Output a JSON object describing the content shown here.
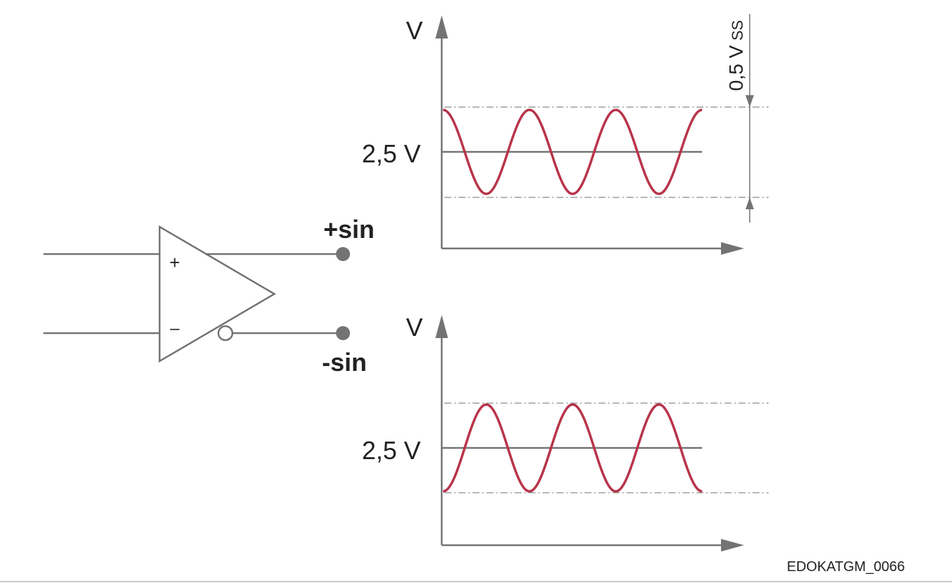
{
  "colors": {
    "line": "#737373",
    "wave": "#b8344a",
    "dashdot": "#8a8a8a",
    "text": "#222222",
    "frame": "#c8c8c8"
  },
  "amplifier": {
    "plus_symbol": "+",
    "minus_symbol": "–"
  },
  "outputs": {
    "positive_label": "+sin",
    "negative_label": "-sin"
  },
  "top_graph": {
    "y_axis_label": "V",
    "offset_label": "2,5 V",
    "amplitude_label_main": "0,5 V",
    "amplitude_label_sub": "SS",
    "cycles": 3,
    "phase": "cosine"
  },
  "bottom_graph": {
    "y_axis_label": "V",
    "offset_label": "2,5 V",
    "cycles": 3,
    "phase": "inverted-cosine"
  },
  "figure_id": "EDOKATGM_0066"
}
